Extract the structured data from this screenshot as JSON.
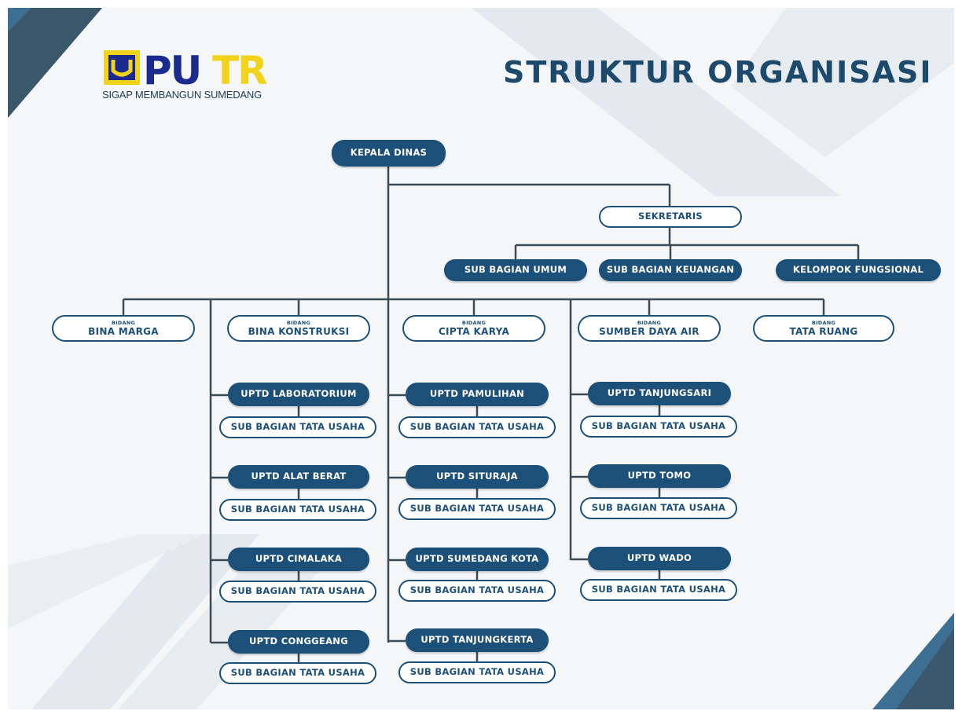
{
  "header": {
    "logo_word": "PUTR",
    "logo_tagline": "SIGAP MEMBANGUN SUMEDANG",
    "title": "STRUKTUR ORGANISASI"
  },
  "colors": {
    "primary": "#1c5078",
    "logo_blue": "#1b2a8c",
    "logo_yellow": "#f2d31b",
    "title": "#1d4a6b",
    "line": "#3b4a55"
  },
  "org": {
    "head": "KEPALA DINAS",
    "secretary": "SEKRETARIS",
    "secretary_units": [
      "SUB BAGIAN UMUM",
      "SUB BAGIAN KEUANGAN",
      "KELOMPOK FUNGSIONAL"
    ],
    "bidang_prefix": "BIDANG",
    "bidang": [
      "BINA MARGA",
      "BINA KONSTRUKSI",
      "CIPTA KARYA",
      "SUMBER DAYA AIR",
      "TATA RUANG"
    ],
    "sub_unit": "SUB BAGIAN TATA USAHA",
    "uptd_groups": [
      [
        "UPTD LABORATORIUM",
        "UPTD ALAT BERAT",
        "UPTD CIMALAKA",
        "UPTD CONGGEANG"
      ],
      [
        "UPTD PAMULIHAN",
        "UPTD SITURAJA",
        "UPTD SUMEDANG KOTA",
        "UPTD TANJUNGKERTA"
      ],
      [
        "UPTD TANJUNGSARI",
        "UPTD TOMO",
        "UPTD WADO"
      ]
    ]
  }
}
